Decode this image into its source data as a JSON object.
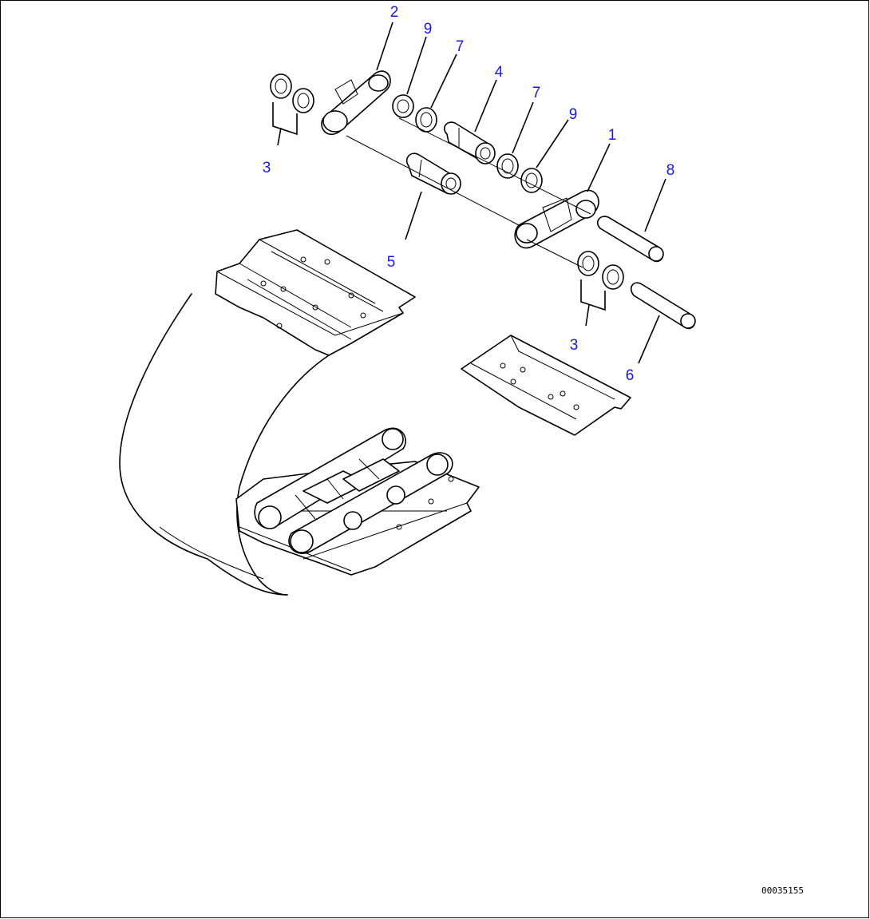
{
  "diagram": {
    "type": "exploded-parts-view",
    "callout_color": "#1a1adb",
    "callouts": {
      "c1": "1",
      "c2": "2",
      "c3a": "3",
      "c3b": "3",
      "c4": "4",
      "c5": "5",
      "c6": "6",
      "c7a": "7",
      "c7b": "7",
      "c8": "8",
      "c9a": "9",
      "c9b": "9"
    },
    "reference_code": "00035155"
  }
}
